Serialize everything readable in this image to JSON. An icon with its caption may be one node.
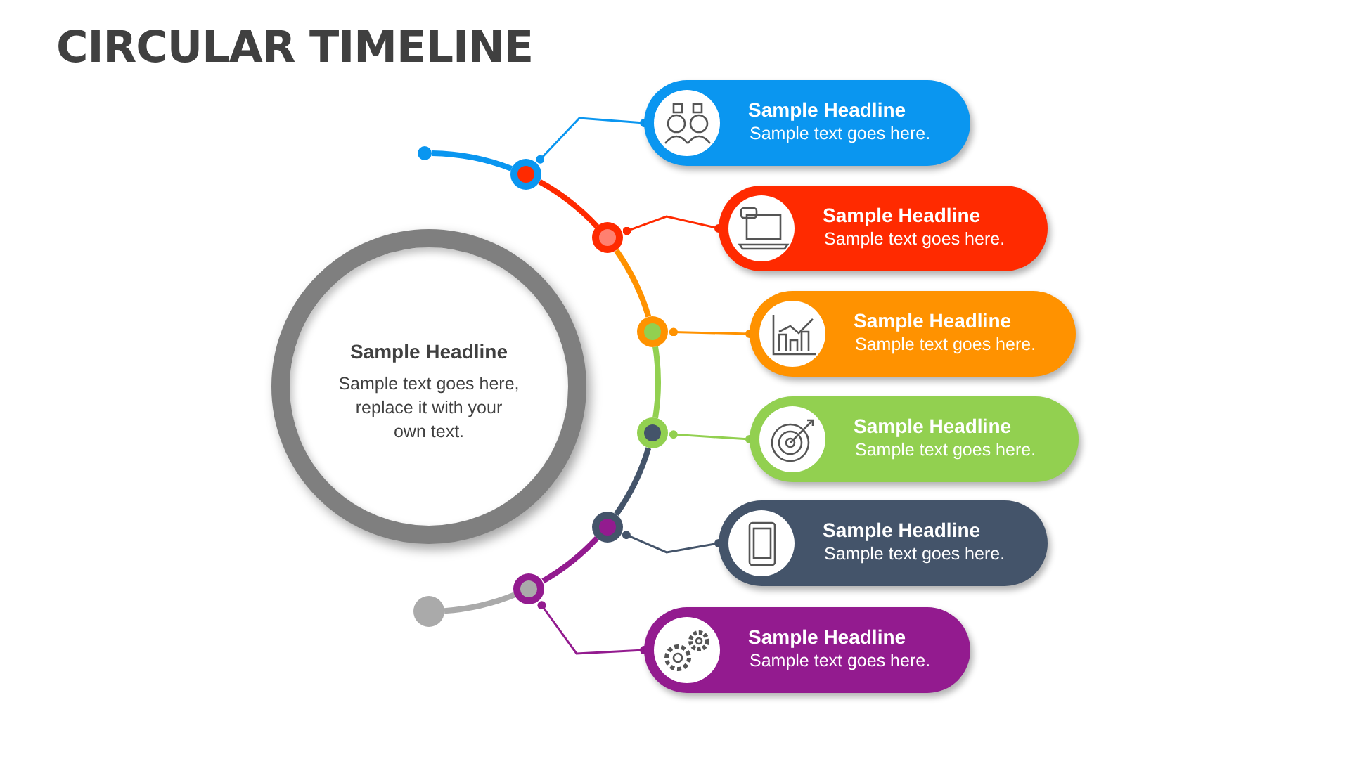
{
  "diagram": {
    "title": "CIRCULAR TIMELINE",
    "nodes": [
      {
        "text": [
          "Sample Headline",
          "Sample text goes here, replace it with your own text."
        ]
      },
      {
        "text": [
          "Sample Headline",
          "Sample text goes here."
        ]
      },
      {
        "text": [
          "Sample Headline",
          "Sample text goes here."
        ]
      },
      {
        "text": [
          "Sample Headline",
          "Sample text goes here."
        ]
      },
      {
        "text": [
          "Sample Headline",
          "Sample text goes here."
        ]
      },
      {
        "text": [
          "Sample Headline",
          "Sample text goes here."
        ]
      },
      {
        "text": [
          "Sample Headline",
          "Sample text goes here."
        ]
      },
      {
        "text": [],
        "shape": "circle"
      },
      {
        "text": [],
        "shape": "circle"
      },
      {
        "text": [],
        "shape": "circle"
      },
      {
        "text": [],
        "shape": "circle"
      },
      {
        "text": [],
        "shape": "circle"
      },
      {
        "text": [],
        "shape": "circle"
      },
      {
        "text": [],
        "shape": "circle"
      },
      {
        "text": [],
        "shape": "circle"
      }
    ],
    "edges": [
      {
        "from": 7,
        "to": 8,
        "arrow": "none",
        "color": "#0a96f0"
      },
      {
        "from": 8,
        "to": 9,
        "arrow": "none",
        "color": "#ff2a00"
      },
      {
        "from": 9,
        "to": 10,
        "arrow": "none",
        "color": "#ff9200"
      },
      {
        "from": 10,
        "to": 11,
        "arrow": "none",
        "color": "#92d050"
      },
      {
        "from": 11,
        "to": 12,
        "arrow": "none",
        "color": "#44546a"
      },
      {
        "from": 12,
        "to": 13,
        "arrow": "none",
        "color": "#931b8f"
      },
      {
        "from": 13,
        "to": 14,
        "arrow": "none",
        "color": "#aaaaaa"
      },
      {
        "from": 1,
        "to": 8,
        "arrow": "other",
        "color": "#0a96f0"
      },
      {
        "from": 2,
        "to": 9,
        "arrow": "other",
        "color": "#ff2a00"
      },
      {
        "from": 3,
        "to": 10,
        "arrow": "other",
        "color": "#ff9200"
      },
      {
        "from": 4,
        "to": 11,
        "arrow": "other",
        "color": "#92d050"
      },
      {
        "from": 5,
        "to": 12,
        "arrow": "other",
        "color": "#44546a"
      },
      {
        "from": 6,
        "to": 13,
        "arrow": "other",
        "color": "#931b8f"
      }
    ]
  }
}
